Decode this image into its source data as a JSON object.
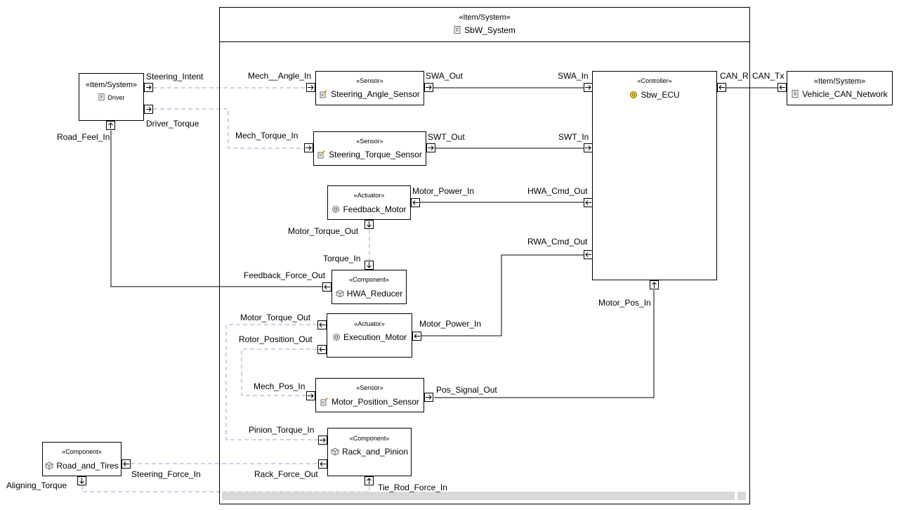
{
  "system": {
    "stereotype": "«Item/System»",
    "name": "SbW_System"
  },
  "blocks": {
    "driver": {
      "stereotype": "«Item/System»",
      "name": "Driver"
    },
    "vehicle_can": {
      "stereotype": "«Item/System»",
      "name": "Vehicle_CAN_Network"
    },
    "road_tires": {
      "stereotype": "«Component»",
      "name": "Road_and_Tires"
    },
    "swa_sensor": {
      "stereotype": "«Sensor»",
      "name": "Steering_Angle_Sensor"
    },
    "swt_sensor": {
      "stereotype": "«Sensor»",
      "name": "Steering_Torque_Sensor"
    },
    "feedback_motor": {
      "stereotype": "«Actuator»",
      "name": "Feedback_Motor"
    },
    "hwa_reducer": {
      "stereotype": "«Component»",
      "name": "HWA_Reducer"
    },
    "execution_motor": {
      "stereotype": "«Actuator»",
      "name": "Execution_Motor"
    },
    "motor_pos_sensor": {
      "stereotype": "«Sensor»",
      "name": "Motor_Position_Sensor"
    },
    "rack_pinion": {
      "stereotype": "«Component»",
      "name": "Rack_and_Pinion"
    },
    "ecu": {
      "stereotype": "«Controller»",
      "name": "Sbw_ECU"
    }
  },
  "ports": {
    "steering_intent": "Steering_Intent",
    "driver_torque": "Driver_Torque",
    "road_feel_in": "Road_Feel_In",
    "mech_angle_in": "Mech__Angle_In",
    "swa_out": "SWA_Out",
    "swa_in": "SWA_In",
    "mech_torque_in": "Mech_Torque_In",
    "swt_out": "SWT_Out",
    "swt_in": "SWT_In",
    "can_rx": "CAN_R",
    "can_tx": "CAN_Tx",
    "motor_power_in_fb": "Motor_Power_In",
    "hwa_cmd_out": "HWA_Cmd_Out",
    "motor_torque_out_fb": "Motor_Torque_Out",
    "rwa_cmd_out": "RWA_Cmd_Out",
    "torque_in": "Torque_In",
    "feedback_force_out": "Feedback_Force_Out",
    "motor_pos_in": "Motor_Pos_In",
    "motor_torque_out_ex": "Motor_Torque_Out",
    "motor_power_in_ex": "Motor_Power_In",
    "rotor_position_out": "Rotor_Position_Out",
    "mech_pos_in": "Mech_Pos_In",
    "pos_signal_out": "Pos_Signal_Out",
    "pinion_torque_in": "Pinion_Torque_In",
    "steering_force_in": "Steering_Force_In",
    "rack_force_out": "Rack_Force_Out",
    "aligning_torque": "Aligning_Torque",
    "tie_rod_force_in": "Tie_Rod_Force_In"
  },
  "icons": {
    "item_system": "document-icon",
    "sensor": "sensor-icon",
    "actuator": "gear-icon",
    "component": "cube-icon",
    "controller": "controller-icon"
  },
  "colors": {
    "flow_line": "#000000",
    "dashed_line": "#9aa6c8",
    "scrollbar": "#d9d9d9"
  }
}
